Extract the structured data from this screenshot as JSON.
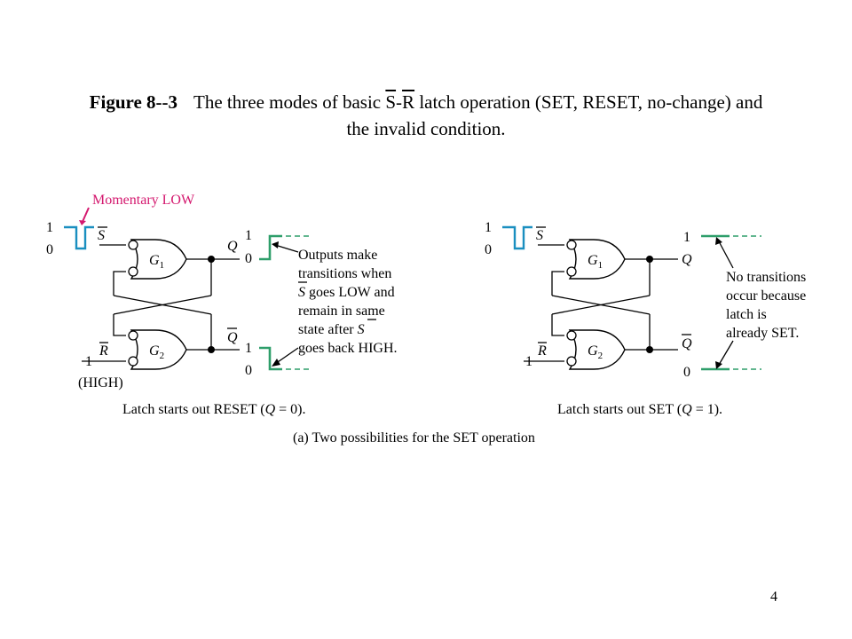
{
  "title": {
    "figure": "Figure 8--3",
    "pre": "The three modes of basic ",
    "s": "S",
    "dash": "-",
    "r": "R",
    "post": " latch operation (SET, RESET, no-change) and",
    "line2": "the invalid condition."
  },
  "left": {
    "momentary": "Momentary LOW",
    "one": "1",
    "zero": "0",
    "s_label": "S",
    "r_label": "R",
    "g1": "G",
    "g1_sub": "1",
    "g2": "G",
    "g2_sub": "2",
    "q_label": "Q",
    "qbar_label": "Q",
    "r_level": "1",
    "high": "(HIGH)",
    "q_one": "1",
    "q_zero": "0",
    "qb_one": "1",
    "qb_zero": "0",
    "note1": "Outputs make",
    "note2": "transitions when",
    "note3_s": "S",
    "note3": " goes LOW and",
    "note4": "remain in same",
    "note5": "state after ",
    "note5_s": "S",
    "note6": "goes back HIGH.",
    "caption_pre": "Latch starts out RESET (",
    "caption_q": "Q",
    "caption_post": " = 0)."
  },
  "right": {
    "one": "1",
    "zero": "0",
    "s_label": "S",
    "r_label": "R",
    "g1": "G",
    "g1_sub": "1",
    "g2": "G",
    "g2_sub": "2",
    "q_label": "Q",
    "qbar_label": "Q",
    "r_level": "1",
    "q_one": "1",
    "qb_zero": "0",
    "note1": "No transitions",
    "note2": "occur because",
    "note3": "latch is",
    "note4": "already SET.",
    "caption_pre": "Latch starts out SET (",
    "caption_q": "Q",
    "caption_post": " = 1)."
  },
  "subcaption": "(a)  Two possibilities for the SET operation",
  "page_number": "4",
  "colors": {
    "waveform_input": "#1a8fc0",
    "waveform_output": "#2e9e6a",
    "annotation": "#d4196f"
  }
}
